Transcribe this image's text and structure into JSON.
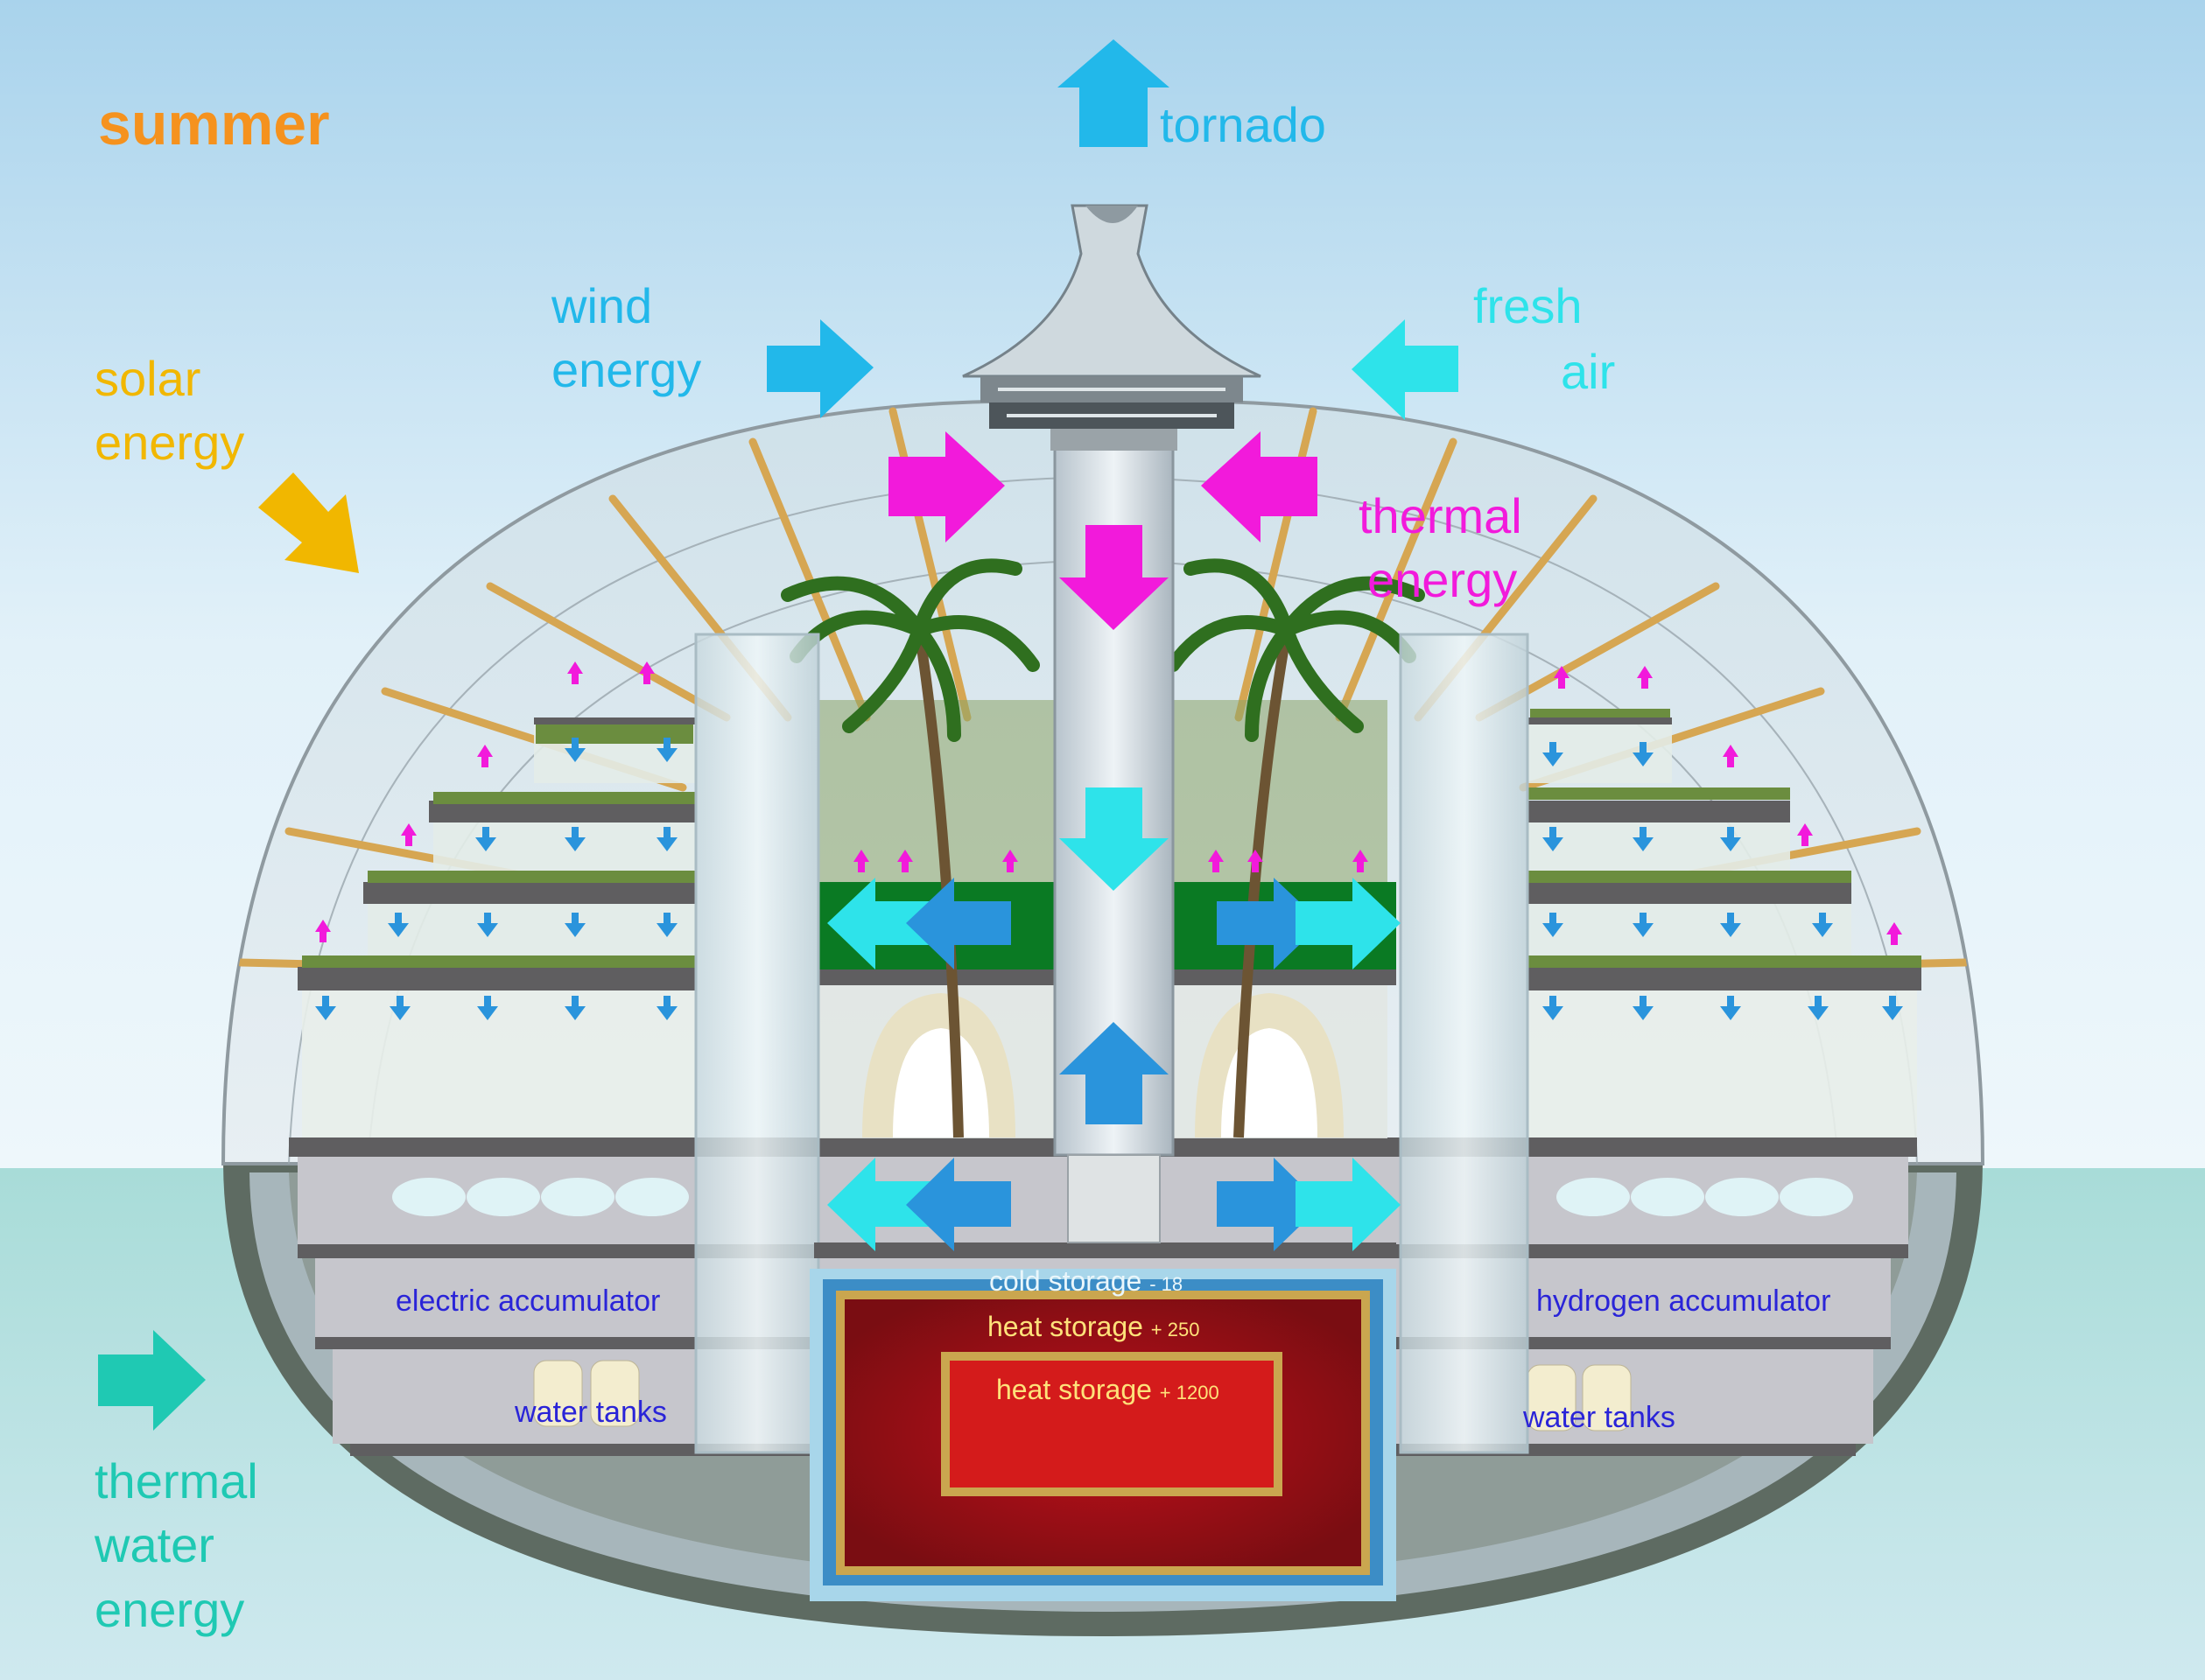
{
  "title": "summer",
  "colors": {
    "season": "#f5921e",
    "solar": "#f1b700",
    "wind": "#22b8ea",
    "fresh_air": "#2ee3ea",
    "thermal": "#f21adb",
    "water": "#1fc9b3",
    "cool_flow": "#2a94dc",
    "room_text": "#2a24d8",
    "storage_text": "#ffe27a"
  },
  "flows": {
    "tornado": "tornado",
    "wind_line1": "wind",
    "wind_line2": "energy",
    "fresh_line1": "fresh",
    "fresh_line2": "air",
    "solar_line1": "solar",
    "solar_line2": "energy",
    "thermal_line1": "thermal",
    "thermal_line2": "energy",
    "water_line1": "thermal",
    "water_line2": "water",
    "water_line3": "energy"
  },
  "rooms": {
    "electric": "electric accumulator",
    "hydrogen": "hydrogen accumulator",
    "tanks_left": "water tanks",
    "tanks_right": "water tanks"
  },
  "storage": {
    "cold_label": "cold storage",
    "cold_value": "- 18",
    "heat_outer_label": "heat storage",
    "heat_outer_value": "+ 250",
    "heat_inner_label": "heat storage",
    "heat_inner_value": "+ 1200"
  },
  "icons": [
    "arrow-up-icon",
    "arrow-right-icon",
    "arrow-left-icon",
    "arrow-down-icon",
    "arrow-diagonal-icon",
    "palm-tree-icon"
  ]
}
